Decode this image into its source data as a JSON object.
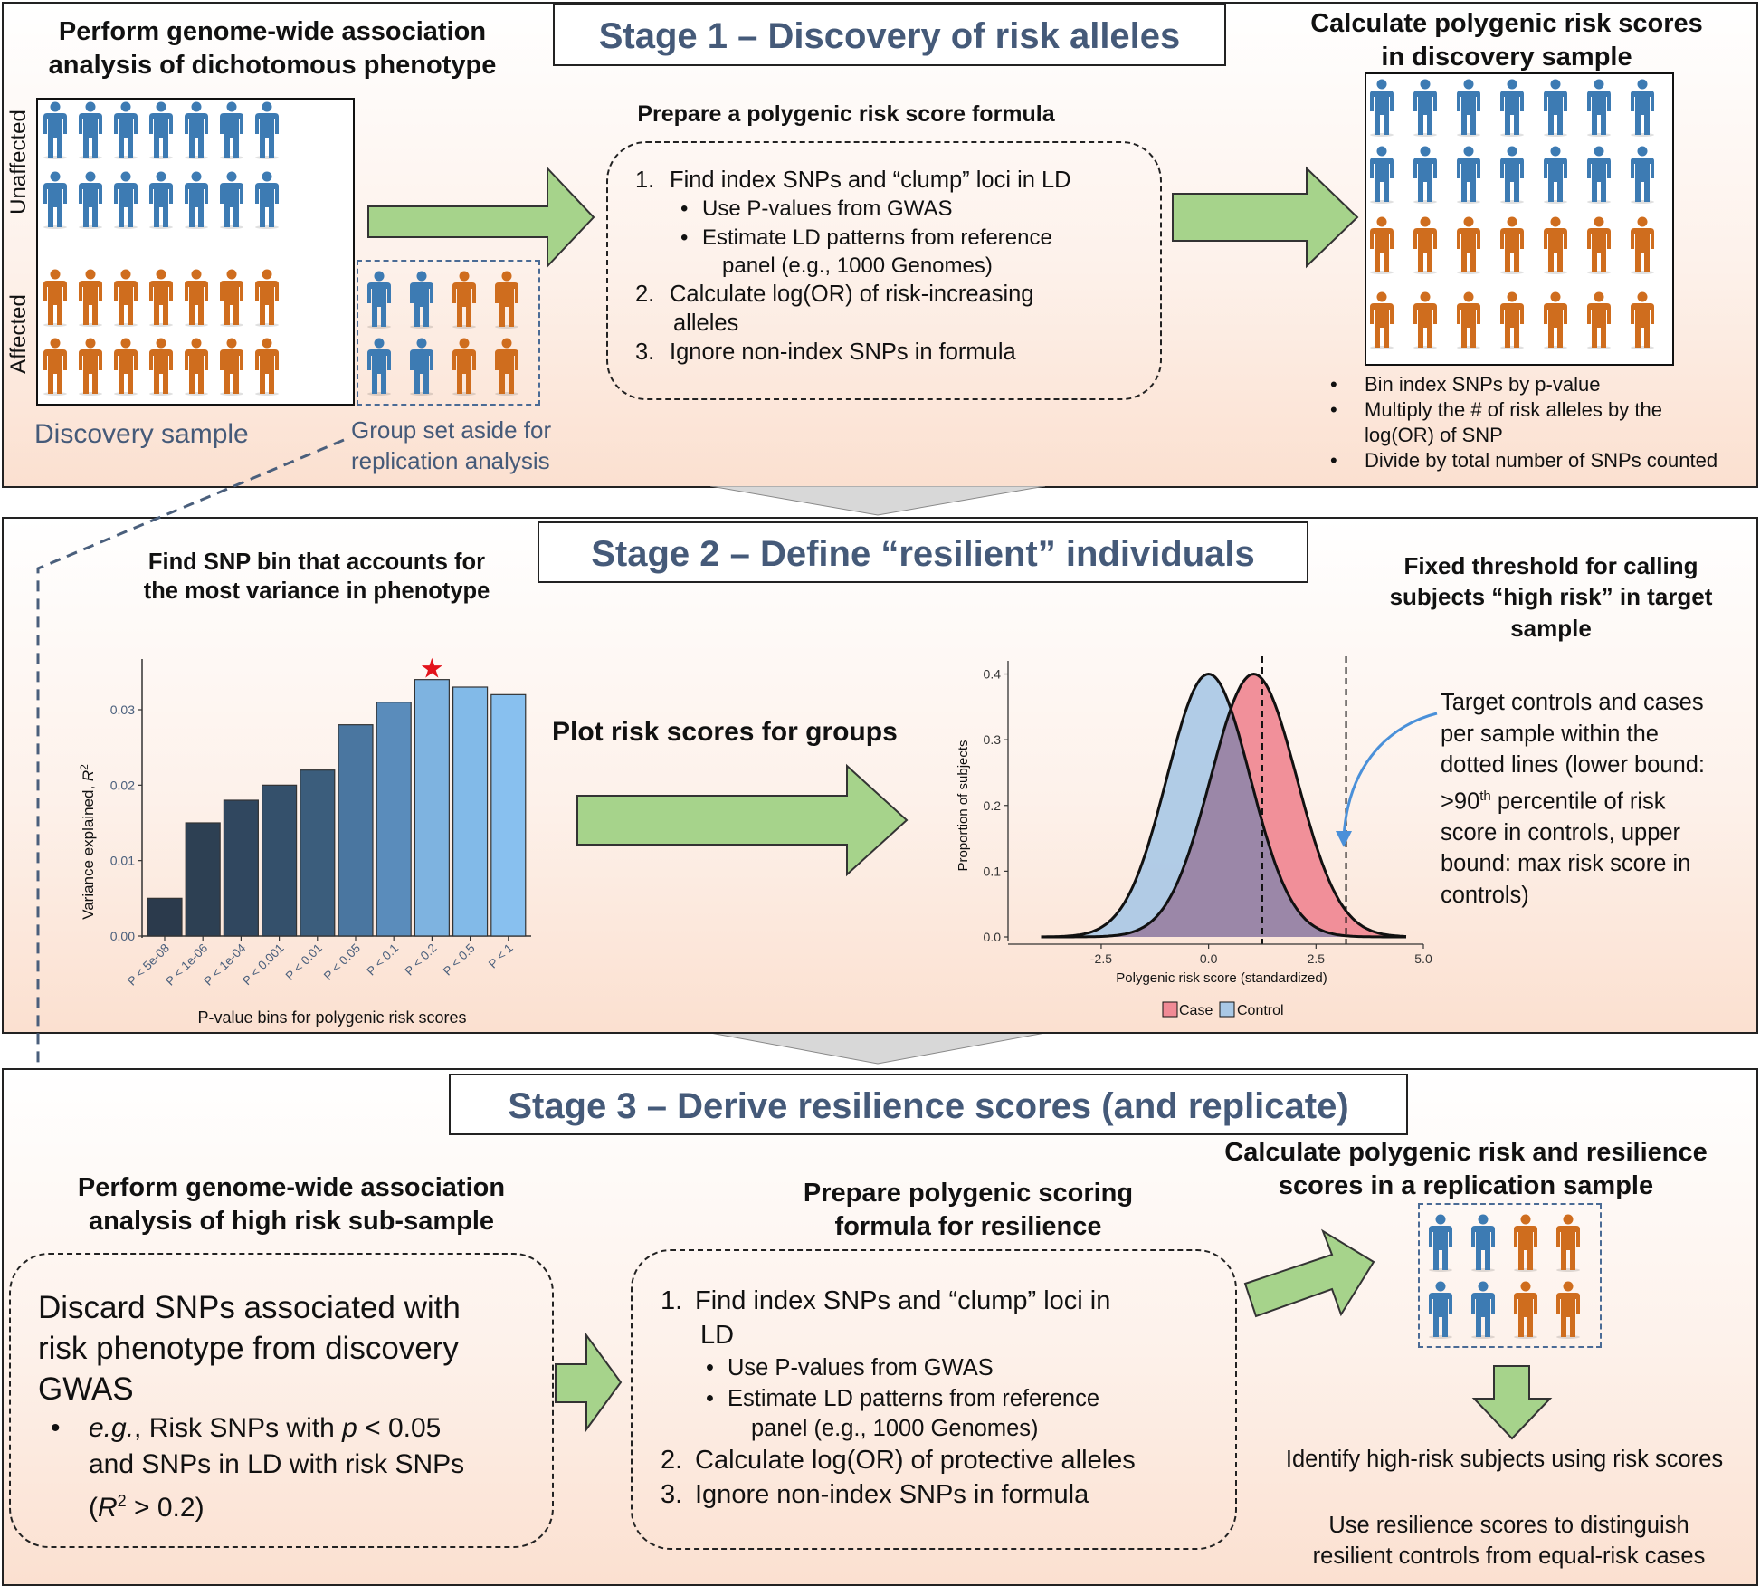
{
  "colors": {
    "unaffected": "#3d7bb3",
    "affected": "#cf6d1e",
    "arrow_fill": "#a6d38b",
    "stage_title": "#455a79",
    "case": "#f08a95",
    "control": "#a9c8e5"
  },
  "stage1": {
    "title": "Stage 1 – Discovery of risk alleles",
    "gwas_heading_1": "Perform genome-wide association",
    "gwas_heading_2": "analysis of dichotomous phenotype",
    "unaffected_label": "Unaffected",
    "affected_label": "Affected",
    "discovery_label": "Discovery sample",
    "aside_label_1": "Group set aside for",
    "aside_label_2": "replication analysis",
    "formula_heading": "Prepare a polygenic risk score formula",
    "formula_steps": {
      "s1": "1.",
      "s1_text": "Find index SNPs and “clump” loci in LD",
      "s1_sub1": "Use P-values from GWAS",
      "s1_sub2a": "Estimate LD patterns from reference",
      "s1_sub2b": "panel (e.g., 1000 Genomes)",
      "s2": "2.",
      "s2_text_a": "Calculate log(OR) of risk-increasing",
      "s2_text_b": "alleles",
      "s3": "3.",
      "s3_text": "Ignore non-index SNPs in formula"
    },
    "calc_heading_1": "Calculate polygenic risk scores",
    "calc_heading_2": "in discovery sample",
    "calc_bullets": {
      "b1": "Bin index SNPs by p-value",
      "b2a": "Multiply the # of risk alleles by the",
      "b2b": "log(OR) of SNP",
      "b3": "Divide by total number of SNPs counted"
    }
  },
  "stage2": {
    "title": "Stage 2 – Define “resilient” individuals",
    "bin_heading_1": "Find SNP bin that accounts for",
    "bin_heading_2": "the most variance in phenotype",
    "plot_label": "Plot risk scores for groups",
    "threshold_heading_1": "Fixed threshold for calling",
    "threshold_heading_2": "subjects “high risk” in target",
    "threshold_heading_3": "sample",
    "target_note": {
      "l1": "Target controls and cases",
      "l2": "per sample within the",
      "l3": "dotted lines (lower bound:",
      "l4a": ">90",
      "l4sup": "th",
      "l4b": " percentile of risk",
      "l5": "score in controls, upper",
      "l6": "bound: max risk score in",
      "l7": "controls)"
    }
  },
  "stage3": {
    "title": "Stage 3 – Derive resilience scores (and replicate)",
    "gwas_heading_1": "Perform genome-wide association",
    "gwas_heading_2": "analysis of high risk sub-sample",
    "discard": {
      "l1": "Discard SNPs associated with",
      "l2": "risk phenotype from discovery",
      "l3": "GWAS",
      "b1_em": "e.g.",
      "b1_rest": ", Risk SNPs with ",
      "b1_p": "p",
      "b1_end": " < 0.05",
      "b2": "and SNPs in LD with risk SNPs",
      "b3_open": "(",
      "b3_r": "R",
      "b3_sup": "2",
      "b3_end": " > 0.2)"
    },
    "formula_heading_1": "Prepare polygenic scoring",
    "formula_heading_2": "formula for resilience",
    "formula_steps": {
      "s1": "1.",
      "s1_text_a": "Find index SNPs and “clump” loci in",
      "s1_text_b": "LD",
      "s1_sub1": "Use P-values from GWAS",
      "s1_sub2a": "Estimate LD patterns from reference",
      "s1_sub2b": "panel (e.g., 1000 Genomes)",
      "s2": "2.",
      "s2_text": "Calculate log(OR) of protective alleles",
      "s3": "3.",
      "s3_text": "Ignore non-index SNPs in formula"
    },
    "calc_heading_1": "Calculate polygenic risk and resilience",
    "calc_heading_2": "scores in a replication sample",
    "identify": "Identify high-risk subjects using risk scores",
    "use_1": "Use resilience scores to distinguish",
    "use_2": "resilient controls from equal-risk cases"
  },
  "chart_data": [
    {
      "type": "bar",
      "categories": [
        "P < 5e-08",
        "P < 1e-06",
        "P < 1e-04",
        "P < 0.001",
        "P < 0.01",
        "P < 0.05",
        "P < 0.1",
        "P < 0.2",
        "P < 0.5",
        "P < 1"
      ],
      "values": [
        0.005,
        0.015,
        0.018,
        0.02,
        0.022,
        0.028,
        0.031,
        0.034,
        0.033,
        0.032
      ],
      "colors": [
        "#2b3a4c",
        "#2d4053",
        "#30475f",
        "#34506b",
        "#3b5d7c",
        "#4a76a0",
        "#5a8cbb",
        "#7eb3e0",
        "#82bae8",
        "#88c0ef"
      ],
      "highlight_index": 7,
      "xlabel": "P-value bins for polygenic risk scores",
      "ylabel": "Variance explained, R2",
      "ylabel_main": "Variance explained, ",
      "ylabel_var": "R",
      "ylabel_sup": "2",
      "yticks": [
        "0.00",
        "0.01",
        "0.02",
        "0.03"
      ],
      "ylim": [
        0,
        0.036
      ]
    },
    {
      "type": "area",
      "series": [
        {
          "name": "Case",
          "mean": 1.05,
          "sd": 1.0,
          "color": "#f08a95"
        },
        {
          "name": "Control",
          "mean": 0.0,
          "sd": 0.97,
          "color": "#a9c8e5"
        }
      ],
      "xticks": [
        "-2.5",
        "0.0",
        "2.5",
        "5.0"
      ],
      "yticks": [
        "0.0",
        "0.1",
        "0.2",
        "0.3",
        "0.4"
      ],
      "xlabel": "Polygenic risk score (standardized)",
      "ylabel": "Proportion of subjects",
      "xlim": [
        -4.5,
        5.0
      ],
      "ylim": [
        0,
        0.42
      ],
      "threshold_lines": [
        1.25,
        3.2
      ],
      "legend": "bottom"
    }
  ]
}
